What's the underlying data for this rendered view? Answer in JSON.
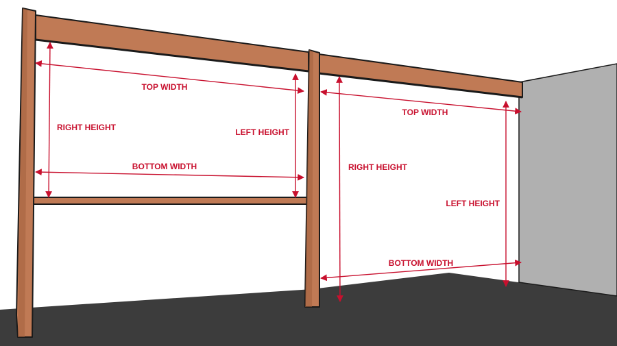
{
  "colors": {
    "background": "#ffffff",
    "floor": "#3c3c3c",
    "side_wall": "#b0b0b0",
    "wood": "#c07a55",
    "wood_dark": "#a3603e",
    "outline": "#1a1a1a",
    "dimension": "#c8102e"
  },
  "left_opening": {
    "top_width": "TOP WIDTH",
    "bottom_width": "BOTTOM WIDTH",
    "right_height": "RIGHT HEIGHT",
    "left_height": "LEFT HEIGHT"
  },
  "right_opening": {
    "top_width": "TOP WIDTH",
    "bottom_width": "BOTTOM WIDTH",
    "right_height": "RIGHT HEIGHT",
    "left_height": "LEFT HEIGHT"
  }
}
